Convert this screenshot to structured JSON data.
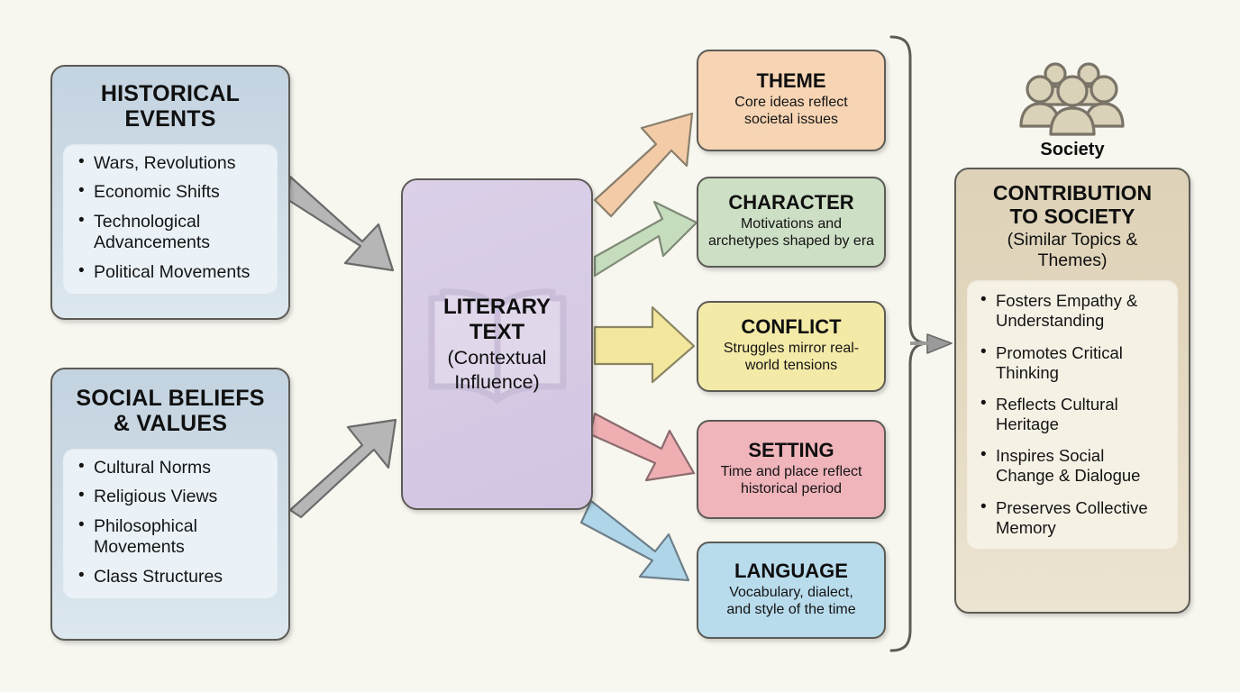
{
  "diagram": {
    "title": "Literary Text Contextual Influence",
    "background_color": "#f7f6ef"
  },
  "sources": [
    {
      "id": "historical-events",
      "header": "HISTORICAL EVENTS",
      "header_line1": "HISTORICAL",
      "header_line2": "EVENTS",
      "color": "#c3d3e0",
      "panel_color": "#eaf2f7",
      "items": [
        "Wars, Revolutions",
        "Economic Shifts",
        "Technological Advancements",
        "Political Movements"
      ]
    },
    {
      "id": "social-beliefs-values",
      "header": "SOCIAL BELIEFS & VALUES",
      "header_line1": "SOCIAL BELIEFS",
      "header_line2": "& VALUES",
      "color": "#c3d3e0",
      "panel_color": "#eaf2f7",
      "items": [
        "Cultural Norms",
        "Religious Views",
        "Philosophical Movements",
        "Class Structures"
      ]
    }
  ],
  "center": {
    "id": "literary-text",
    "title_line1": "LITERARY",
    "title_line2": "TEXT",
    "subtitle_line1": "(Contextual",
    "subtitle_line2": "Influence)",
    "icon": "open-book-icon",
    "color": "#d6cae5"
  },
  "elements": [
    {
      "id": "theme",
      "title": "THEME",
      "desc_line1": "Core ideas reflect",
      "desc_line2": "societal issues",
      "color": "#f6d4b4",
      "arrow_color": "#f0c7a4"
    },
    {
      "id": "character",
      "title": "CHARACTER",
      "desc_line1": "Motivations and",
      "desc_line2": "archetypes shaped by era",
      "color": "#cde0c5",
      "arrow_color": "#b9d7b0"
    },
    {
      "id": "conflict",
      "title": "CONFLICT",
      "desc_line1": "Struggles mirror real-",
      "desc_line2": "world tensions",
      "color": "#f4eaa8",
      "arrow_color": "#f2e79d"
    },
    {
      "id": "setting",
      "title": "SETTING",
      "desc_line1": "Time and place reflect",
      "desc_line2": "historical period",
      "color": "#f0b5bb",
      "arrow_color": "#eeaeb2"
    },
    {
      "id": "language",
      "title": "LANGUAGE",
      "desc_line1": "Vocabulary, dialect,",
      "desc_line2": "and style of the time",
      "color": "#b9dced",
      "arrow_color": "#aed6e8"
    }
  ],
  "society": {
    "label": "Society",
    "icon": "people-group-icon",
    "icon_color": "#d9d2b8"
  },
  "contribution": {
    "id": "contribution-to-society",
    "header_line1": "CONTRIBUTION",
    "header_line2": "TO SOCIETY",
    "subtitle_line1": "(Similar Topics &",
    "subtitle_line2": "Themes)",
    "color": "#ded2b8",
    "panel_color": "#f6f1e5",
    "items": [
      "Fosters Empathy & Understanding",
      "Promotes Critical Thinking",
      "Reflects Cultural Heritage",
      "Inspires Social Change & Dialogue",
      "Preserves Collective Memory"
    ]
  },
  "connectors": {
    "source_arrow_color": "#b6b6b6",
    "bracket_color": "#5d5b55",
    "merge_arrow_color": "#9a9a9a"
  }
}
